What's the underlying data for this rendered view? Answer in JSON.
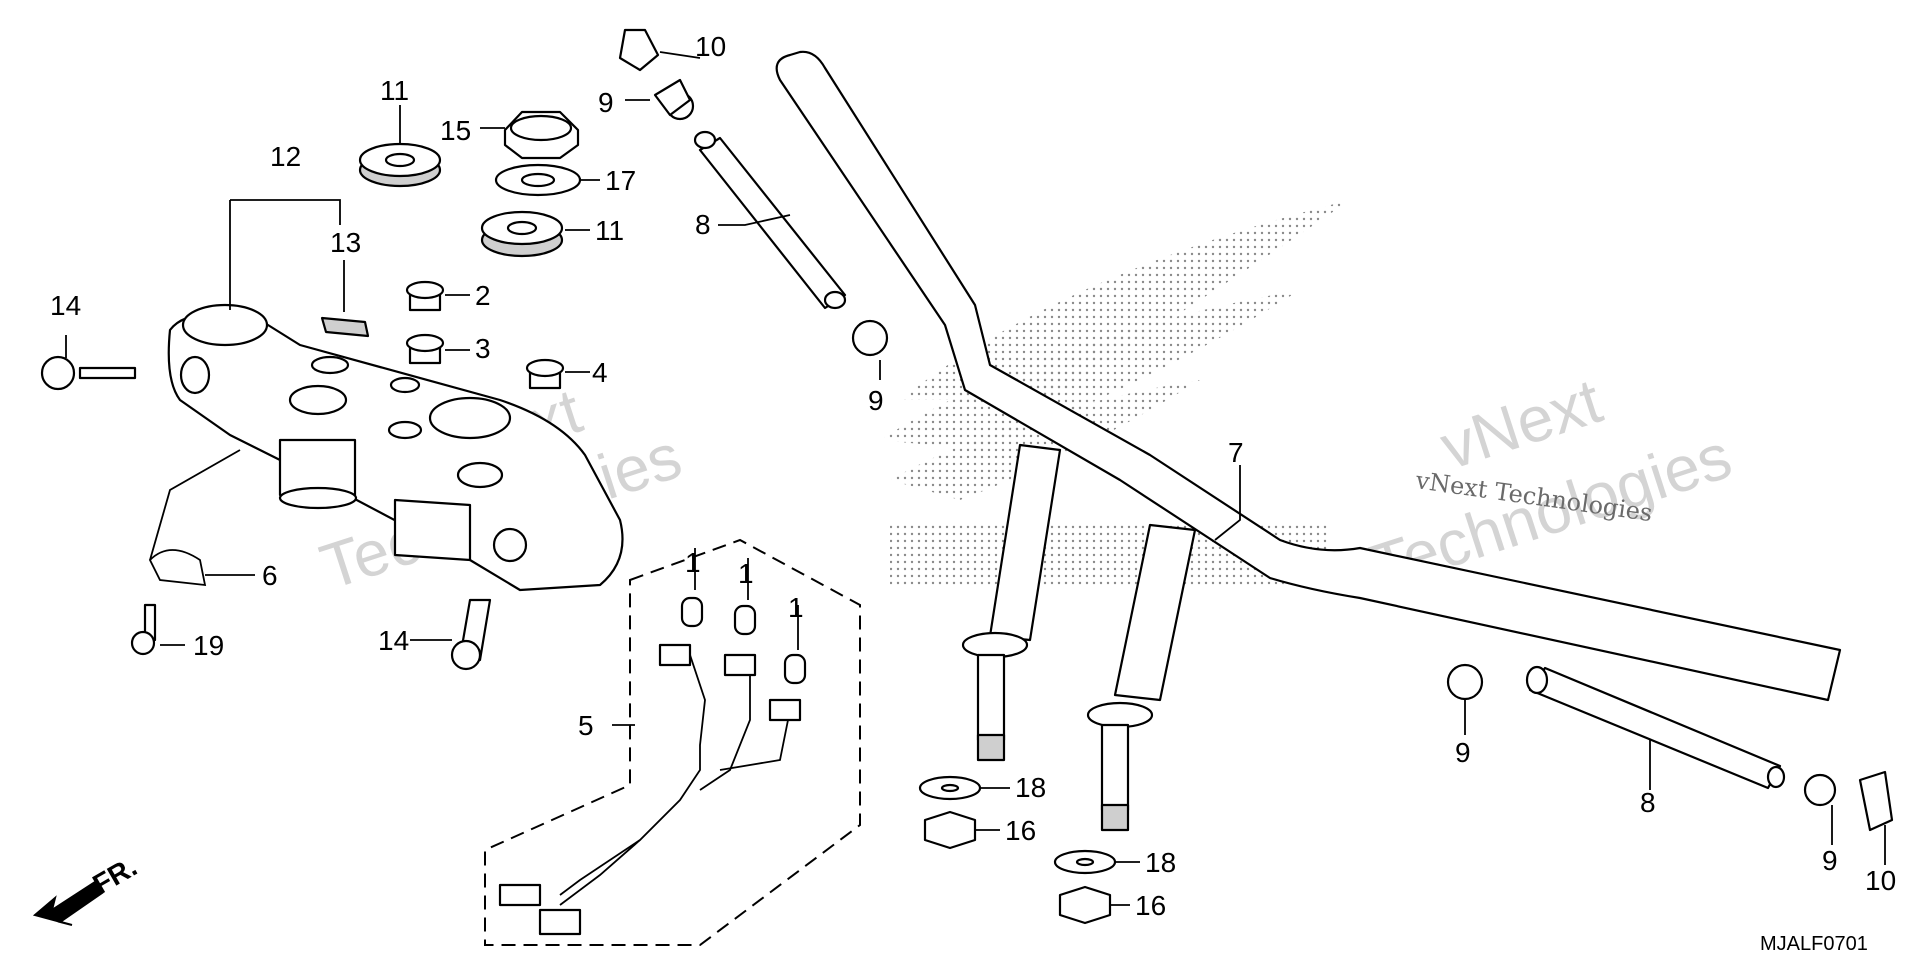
{
  "diagram": {
    "code": "MJALF0701",
    "front_marker": "FR.",
    "watermark_lines": [
      "vNext",
      "Technologies",
      "vNext Technologies"
    ],
    "callouts": [
      {
        "id": "c1a",
        "text": "1"
      },
      {
        "id": "c1b",
        "text": "1"
      },
      {
        "id": "c1c",
        "text": "1"
      },
      {
        "id": "c2",
        "text": "2"
      },
      {
        "id": "c3",
        "text": "3"
      },
      {
        "id": "c4",
        "text": "4"
      },
      {
        "id": "c5",
        "text": "5"
      },
      {
        "id": "c6",
        "text": "6"
      },
      {
        "id": "c7",
        "text": "7"
      },
      {
        "id": "c8a",
        "text": "8"
      },
      {
        "id": "c8b",
        "text": "8"
      },
      {
        "id": "c9a",
        "text": "9"
      },
      {
        "id": "c9b",
        "text": "9"
      },
      {
        "id": "c9c",
        "text": "9"
      },
      {
        "id": "c9d",
        "text": "9"
      },
      {
        "id": "c10a",
        "text": "10"
      },
      {
        "id": "c10b",
        "text": "10"
      },
      {
        "id": "c11a",
        "text": "11"
      },
      {
        "id": "c11b",
        "text": "11"
      },
      {
        "id": "c12",
        "text": "12"
      },
      {
        "id": "c13",
        "text": "13"
      },
      {
        "id": "c14a",
        "text": "14"
      },
      {
        "id": "c14b",
        "text": "14"
      },
      {
        "id": "c15",
        "text": "15"
      },
      {
        "id": "c16a",
        "text": "16"
      },
      {
        "id": "c16b",
        "text": "16"
      },
      {
        "id": "c17",
        "text": "17"
      },
      {
        "id": "c18a",
        "text": "18"
      },
      {
        "id": "c18b",
        "text": "18"
      },
      {
        "id": "c19",
        "text": "19"
      }
    ]
  }
}
